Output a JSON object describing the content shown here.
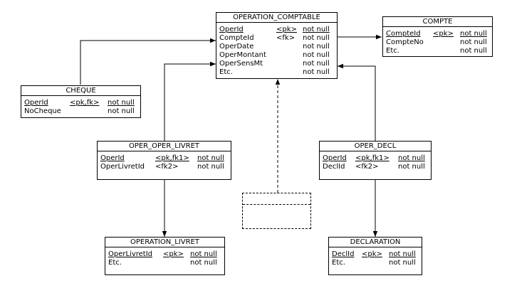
{
  "entities": {
    "operation_comptable": {
      "title": "OPERATION_COMPTABLE",
      "rows": [
        {
          "name": "OperId",
          "key": "<pk>",
          "nullability": "not null"
        },
        {
          "name": "CompteId",
          "key": "<fk>",
          "nullability": "not null"
        },
        {
          "name": "OperDate",
          "key": "",
          "nullability": "not null"
        },
        {
          "name": "OperMontant",
          "key": "",
          "nullability": "not null"
        },
        {
          "name": "OperSensMt",
          "key": "",
          "nullability": "not null"
        },
        {
          "name": "Etc.",
          "key": "",
          "nullability": "not null"
        }
      ]
    },
    "compte": {
      "title": "COMPTE",
      "rows": [
        {
          "name": "CompteId",
          "key": "<pk>",
          "nullability": "not null"
        },
        {
          "name": "CompteNo",
          "key": "",
          "nullability": "not null"
        },
        {
          "name": "Etc.",
          "key": "",
          "nullability": "not null"
        }
      ]
    },
    "cheque": {
      "title": "CHEQUE",
      "rows": [
        {
          "name": "OperId",
          "key": "<pk,fk>",
          "nullability": "not null"
        },
        {
          "name": "NoCheque",
          "key": "",
          "nullability": "not null"
        }
      ]
    },
    "oper_oper_livret": {
      "title": "OPER_OPER_LIVRET",
      "rows": [
        {
          "name": "OperId",
          "key": "<pk,fk1>",
          "nullability": "not null"
        },
        {
          "name": "OperLivretId",
          "key": "<fk2>",
          "nullability": "not null"
        }
      ]
    },
    "oper_decl": {
      "title": "OPER_DECL",
      "rows": [
        {
          "name": "OperId",
          "key": "<pk,fk1>",
          "nullability": "not null"
        },
        {
          "name": "DeclId",
          "key": "<fk2>",
          "nullability": "not null"
        }
      ]
    },
    "operation_livret": {
      "title": "OPERATION_LIVRET",
      "rows": [
        {
          "name": "OperLivretId",
          "key": "<pk>",
          "nullability": "not null"
        },
        {
          "name": "Etc.",
          "key": "",
          "nullability": "not null"
        }
      ]
    },
    "declaration": {
      "title": "DECLARATION",
      "rows": [
        {
          "name": "DeclId",
          "key": "<pk>",
          "nullability": "not null"
        },
        {
          "name": "Etc.",
          "key": "",
          "nullability": "not null"
        }
      ]
    }
  }
}
